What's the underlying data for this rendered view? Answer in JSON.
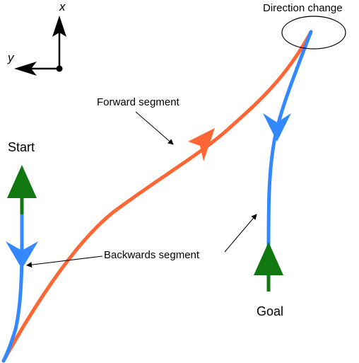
{
  "axes": {
    "x_label": "x",
    "y_label": "y"
  },
  "labels": {
    "start": "Start",
    "goal": "Goal",
    "direction_change": "Direction change",
    "forward_segment": "Forward segment",
    "backwards_segment": "Backwards segment"
  },
  "colors": {
    "forward_path": "#ff6633",
    "backward_path": "#3388ff",
    "pose_arrow": "#117711",
    "annotation": "#000000"
  }
}
